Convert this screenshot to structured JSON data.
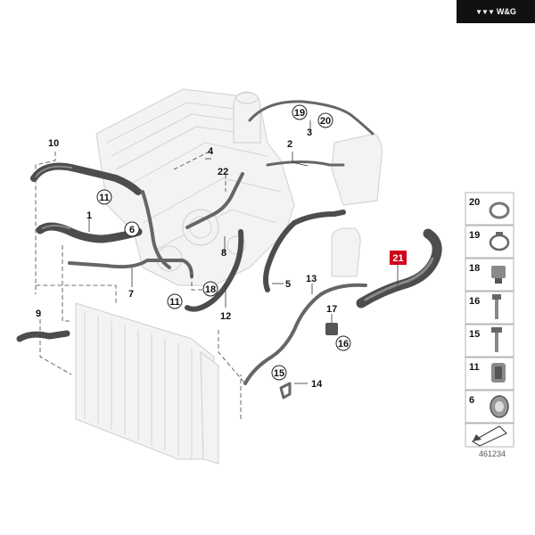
{
  "brand": {
    "logo": "W&G",
    "mark": "▼▼▼"
  },
  "callouts": {
    "c1": "1",
    "c2": "2",
    "c3": "3",
    "c4": "4",
    "c5": "5",
    "c6": "6",
    "c7": "7",
    "c8": "8",
    "c9": "9",
    "c10": "10",
    "c11": "11",
    "c11b": "11",
    "c12": "12",
    "c13": "13",
    "c14": "14",
    "c15": "15",
    "c16": "16",
    "c17": "17",
    "c18": "18",
    "c19": "19",
    "c20": "20",
    "c21": "21",
    "c22": "22"
  },
  "highlight_color": "#d0021b",
  "legend": [
    {
      "num": "20",
      "icon": "hose-clamp-icon"
    },
    {
      "num": "19",
      "icon": "spring-clamp-icon"
    },
    {
      "num": "18",
      "icon": "holder-clip-icon"
    },
    {
      "num": "16",
      "icon": "bolt-icon"
    },
    {
      "num": "15",
      "icon": "flange-bolt-icon"
    },
    {
      "num": "11",
      "icon": "quick-connector-icon"
    },
    {
      "num": "6",
      "icon": "coupling-icon"
    }
  ],
  "legend_nums": {
    "n0": "20",
    "n1": "19",
    "n2": "18",
    "n3": "16",
    "n4": "15",
    "n5": "11",
    "n6": "6"
  },
  "diagram_id": "461234"
}
